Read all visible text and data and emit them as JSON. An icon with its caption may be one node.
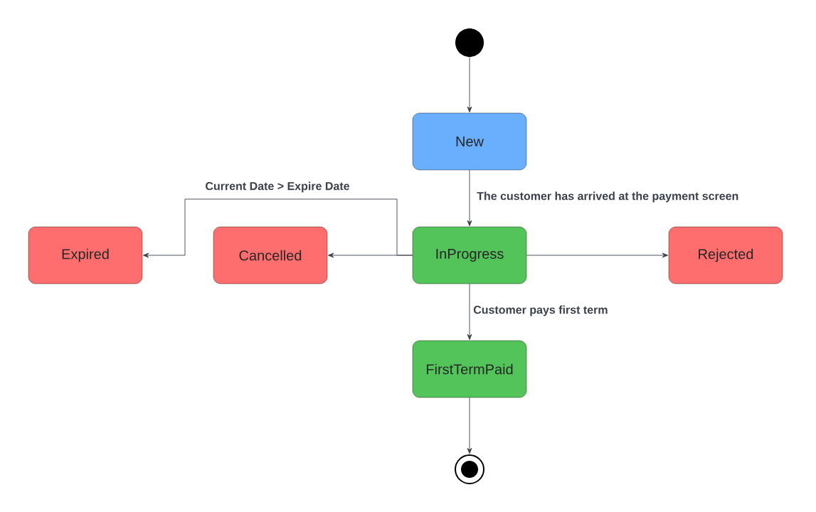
{
  "diagram": {
    "nodes": [
      {
        "text": [],
        "shape": "circle"
      },
      {
        "text": [
          "New"
        ]
      },
      {
        "text": [
          "InProgress"
        ]
      },
      {
        "text": [
          "Expired"
        ]
      },
      {
        "text": [
          "Cancelled"
        ]
      },
      {
        "text": [
          "Rejected"
        ]
      },
      {
        "text": [
          "FirstTermPaid"
        ]
      },
      {
        "text": [],
        "shape": "circle"
      }
    ],
    "edges": [
      {
        "from": 0,
        "to": 1,
        "arrow": "to"
      },
      {
        "from": 1,
        "to": 2,
        "arrow": "to",
        "label": "The customer has arrived at the payment screen"
      },
      {
        "from": 2,
        "to": 3,
        "arrow": "to",
        "label": "Current Date > Expire Date"
      },
      {
        "from": 2,
        "to": 4,
        "arrow": "to"
      },
      {
        "from": 2,
        "to": 5,
        "arrow": "to"
      },
      {
        "from": 2,
        "to": 6,
        "arrow": "to",
        "label": "Customer pays first term"
      },
      {
        "from": 6,
        "to": 7,
        "arrow": "to"
      }
    ]
  }
}
